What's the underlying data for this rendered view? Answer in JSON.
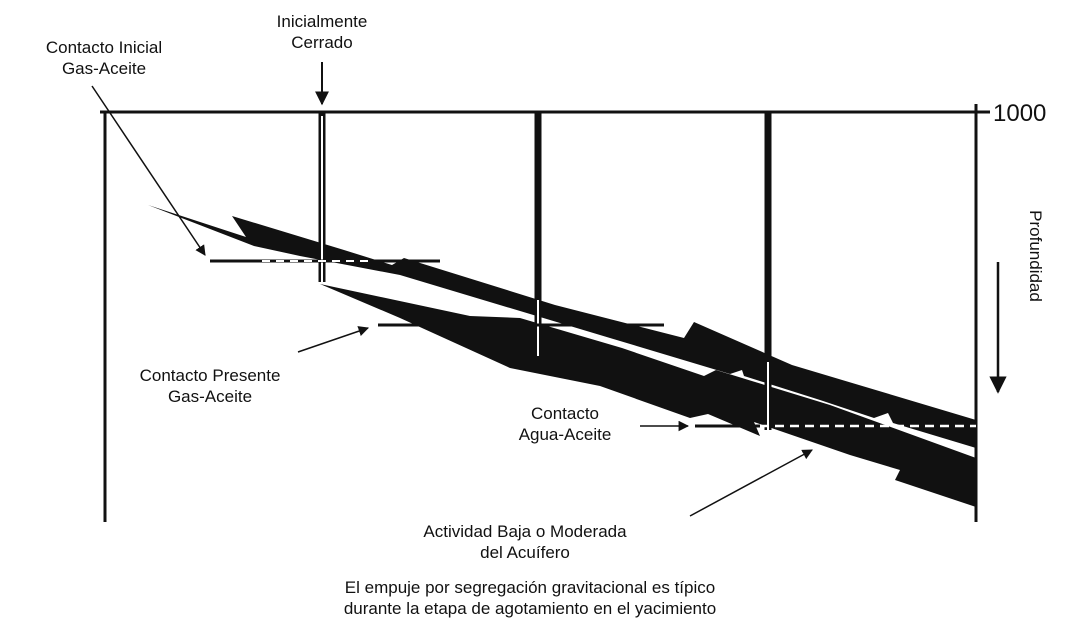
{
  "labels": {
    "inicialmente_cerrado": [
      "Inicialmente",
      "Cerrado"
    ],
    "contacto_inicial": [
      "Contacto Inicial",
      "Gas-Aceite"
    ],
    "contacto_presente": [
      "Contacto Presente",
      "Gas-Aceite"
    ],
    "contacto_agua": [
      "Contacto",
      "Agua-Aceite"
    ],
    "actividad_acuifero": [
      "Actividad Baja o Moderada",
      "del Acuífero"
    ]
  },
  "depth_value": "1000",
  "axis_label": "Profundidad",
  "caption": [
    "El empuje por segregación gravitacional es típico",
    "durante la  etapa de agotamiento en el yacimiento"
  ],
  "colors": {
    "ink": "#111111",
    "background": "#ffffff"
  }
}
